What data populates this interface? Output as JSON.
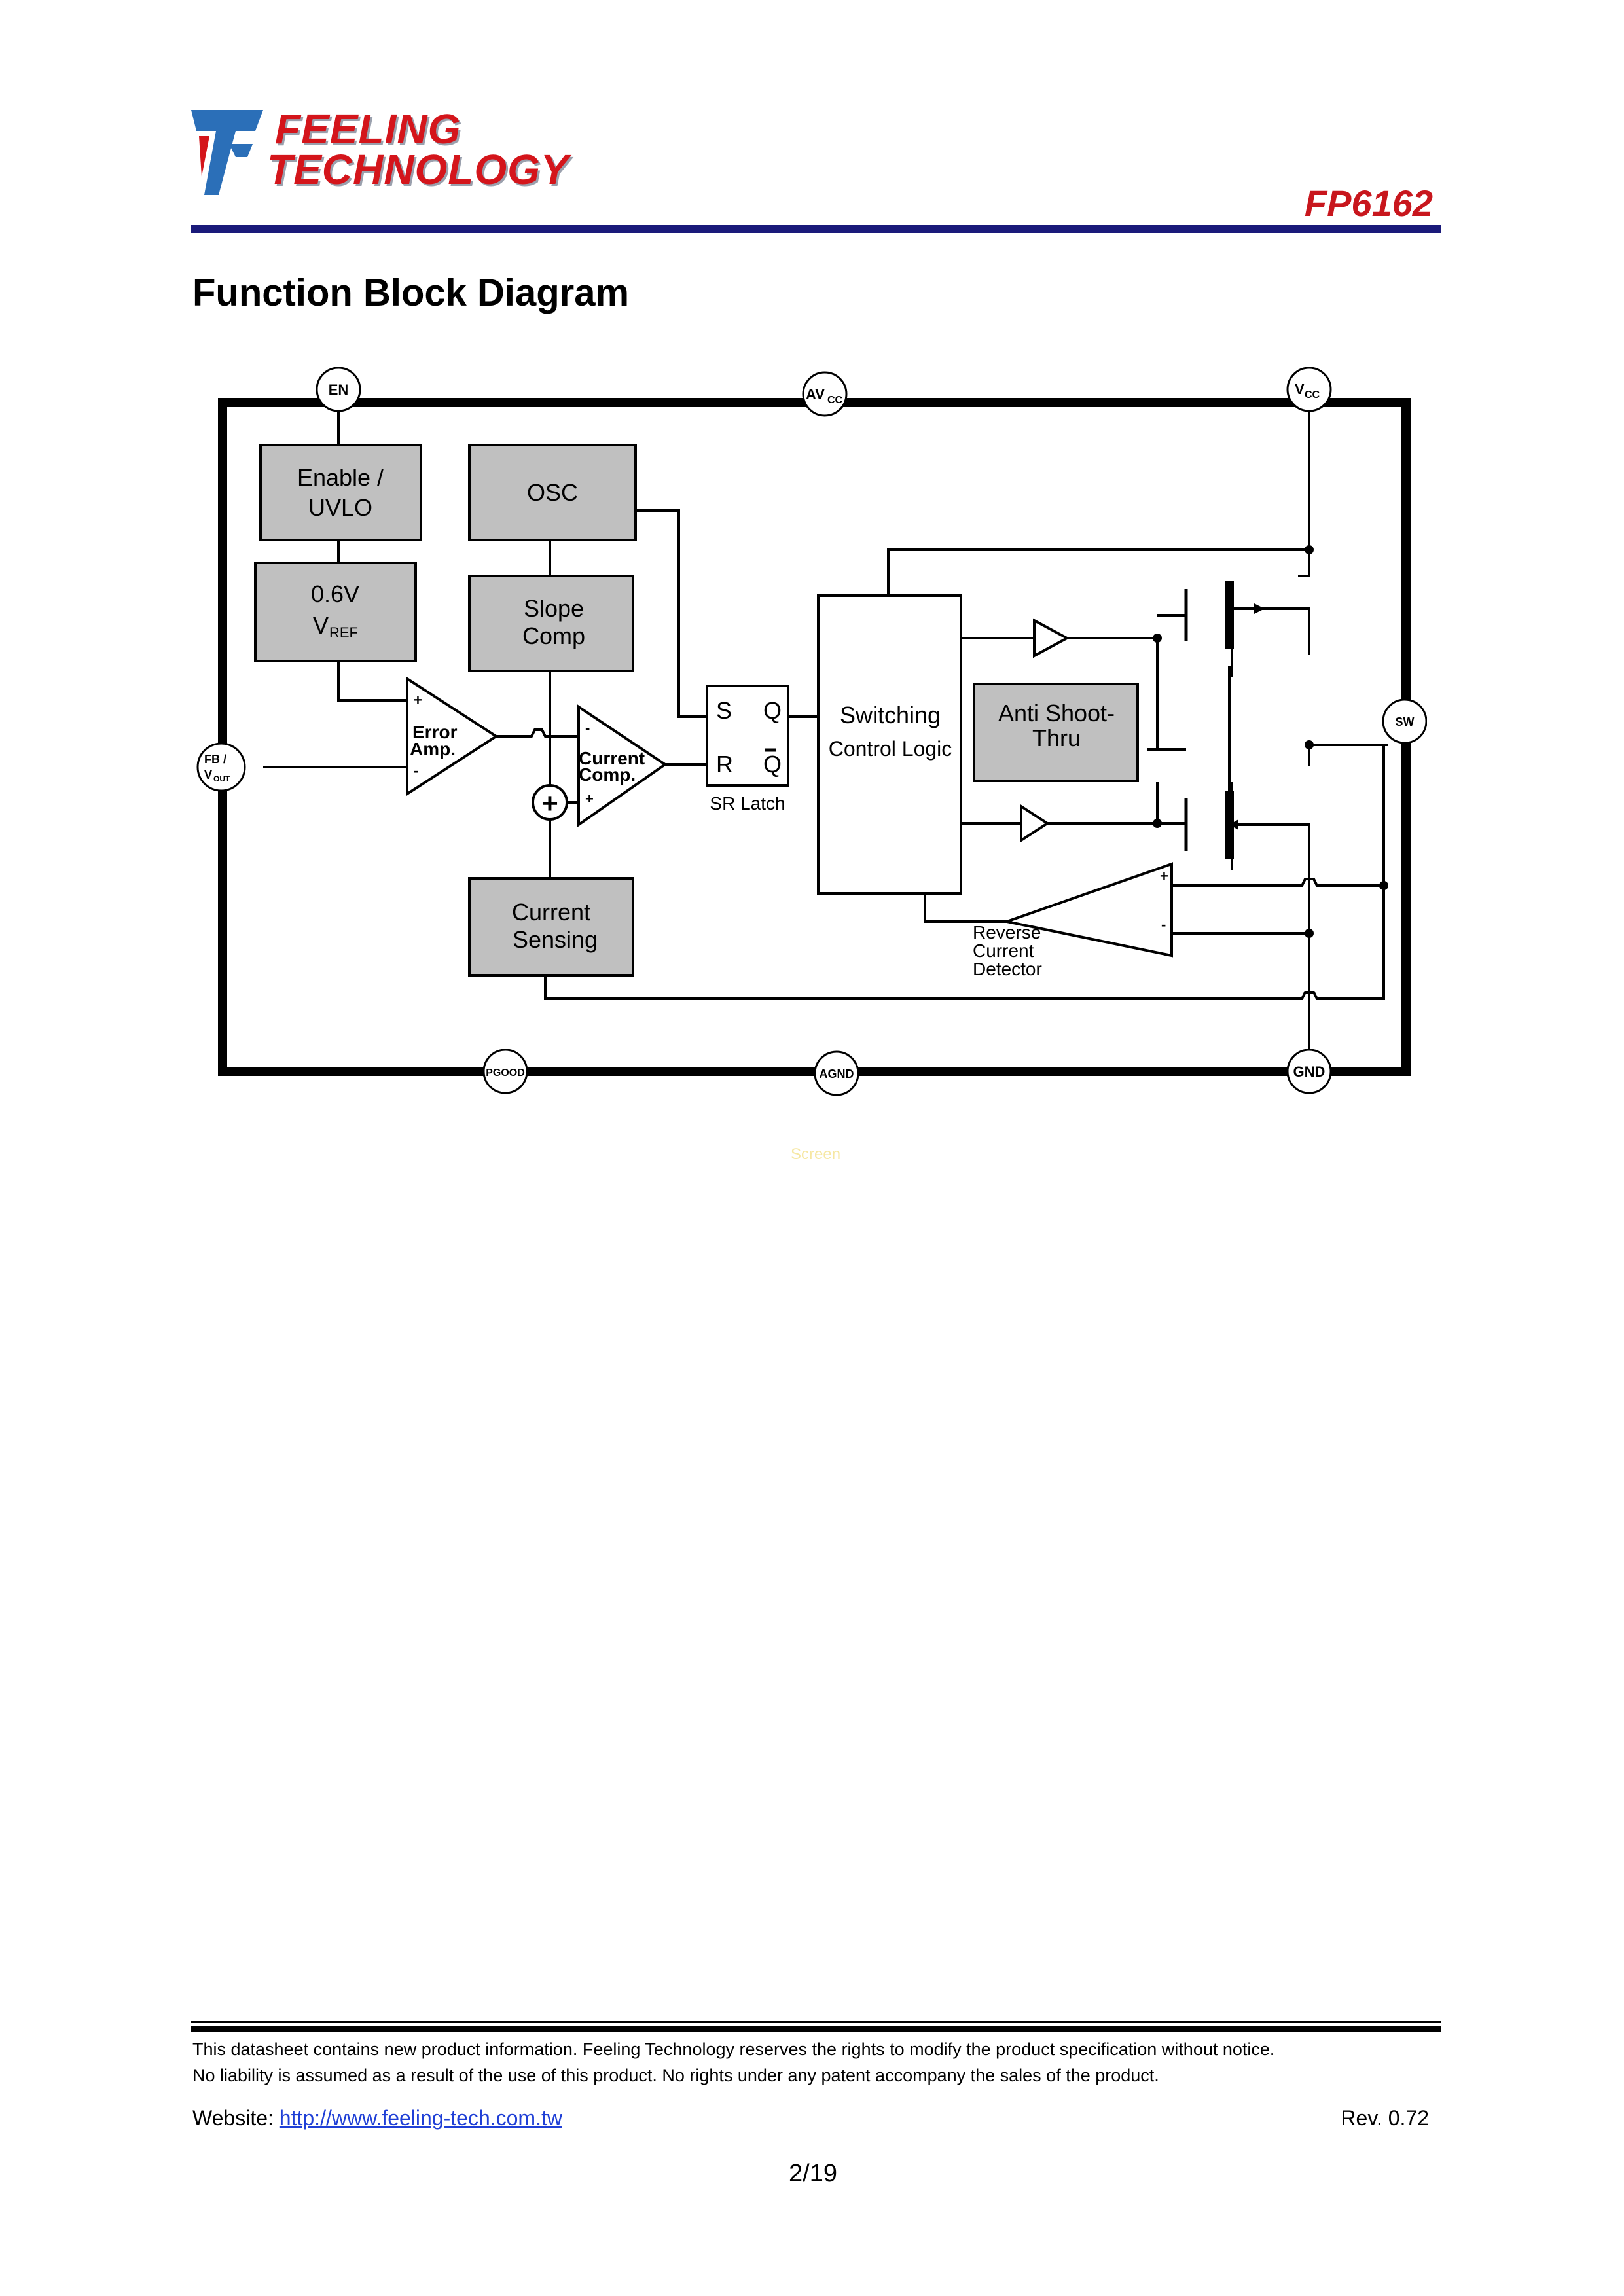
{
  "logo": {
    "line1": "FEELING",
    "line2": "TECHNOLOGY"
  },
  "header": {
    "part_number": "FP6162"
  },
  "section_title": "Function Block Diagram",
  "diagram": {
    "pins": {
      "en": "EN",
      "avcc": "AV",
      "avcc_sub": "CC",
      "vcc": "V",
      "vcc_sub": "CC",
      "sw": "SW",
      "fb": "FB /",
      "vout": "V",
      "vout_sub": "OUT",
      "pgood": "PGOOD",
      "agnd": "AGND",
      "gnd": "GND"
    },
    "blocks": {
      "enable_l1": "Enable /",
      "enable_l2": "UVLO",
      "osc": "OSC",
      "vref_l1": "0.6V",
      "vref_l2": "V",
      "vref_sub": "REF",
      "slope_l1": "Slope",
      "slope_l2": "Comp",
      "current_sensing_l1": "Current",
      "current_sensing_l2": "Sensing",
      "switching_l1": "Switching",
      "switching_l2": "Control Logic",
      "anti_l1": "Anti Shoot-",
      "anti_l2": "Thru"
    },
    "latch": {
      "s": "S",
      "q": "Q",
      "r": "R",
      "qbar": "Q",
      "label": "SR Latch"
    },
    "amps": {
      "error_plus": "+",
      "error_l1": "Error",
      "error_l2": "Amp.",
      "error_minus": "-",
      "comp_minus": "-",
      "comp_l1": "Current",
      "comp_l2": "Comp.",
      "comp_plus": "+",
      "summer": "+",
      "reverse_plus": "+",
      "reverse_minus": "-",
      "reverse_l1": "Reverse",
      "reverse_l2": "Current",
      "reverse_l3": "Detector"
    }
  },
  "watermark": "Screen",
  "footer": {
    "line1": "This datasheet contains new product information.    Feeling Technology reserves the rights to modify the product specification without notice.",
    "line2": "No liability is assumed as a result of the use of this product. No rights under any patent accompany the sales of the product.",
    "website_label": "Website: ",
    "website_url": "http://www.feeling-tech.com.tw",
    "revision": "Rev. 0.72",
    "page": "2/19"
  },
  "colors": {
    "brand_red": "#d4151b",
    "header_rule": "#1a1a7a",
    "block_fill": "#c0c0c0",
    "link": "#1f3fd6"
  }
}
